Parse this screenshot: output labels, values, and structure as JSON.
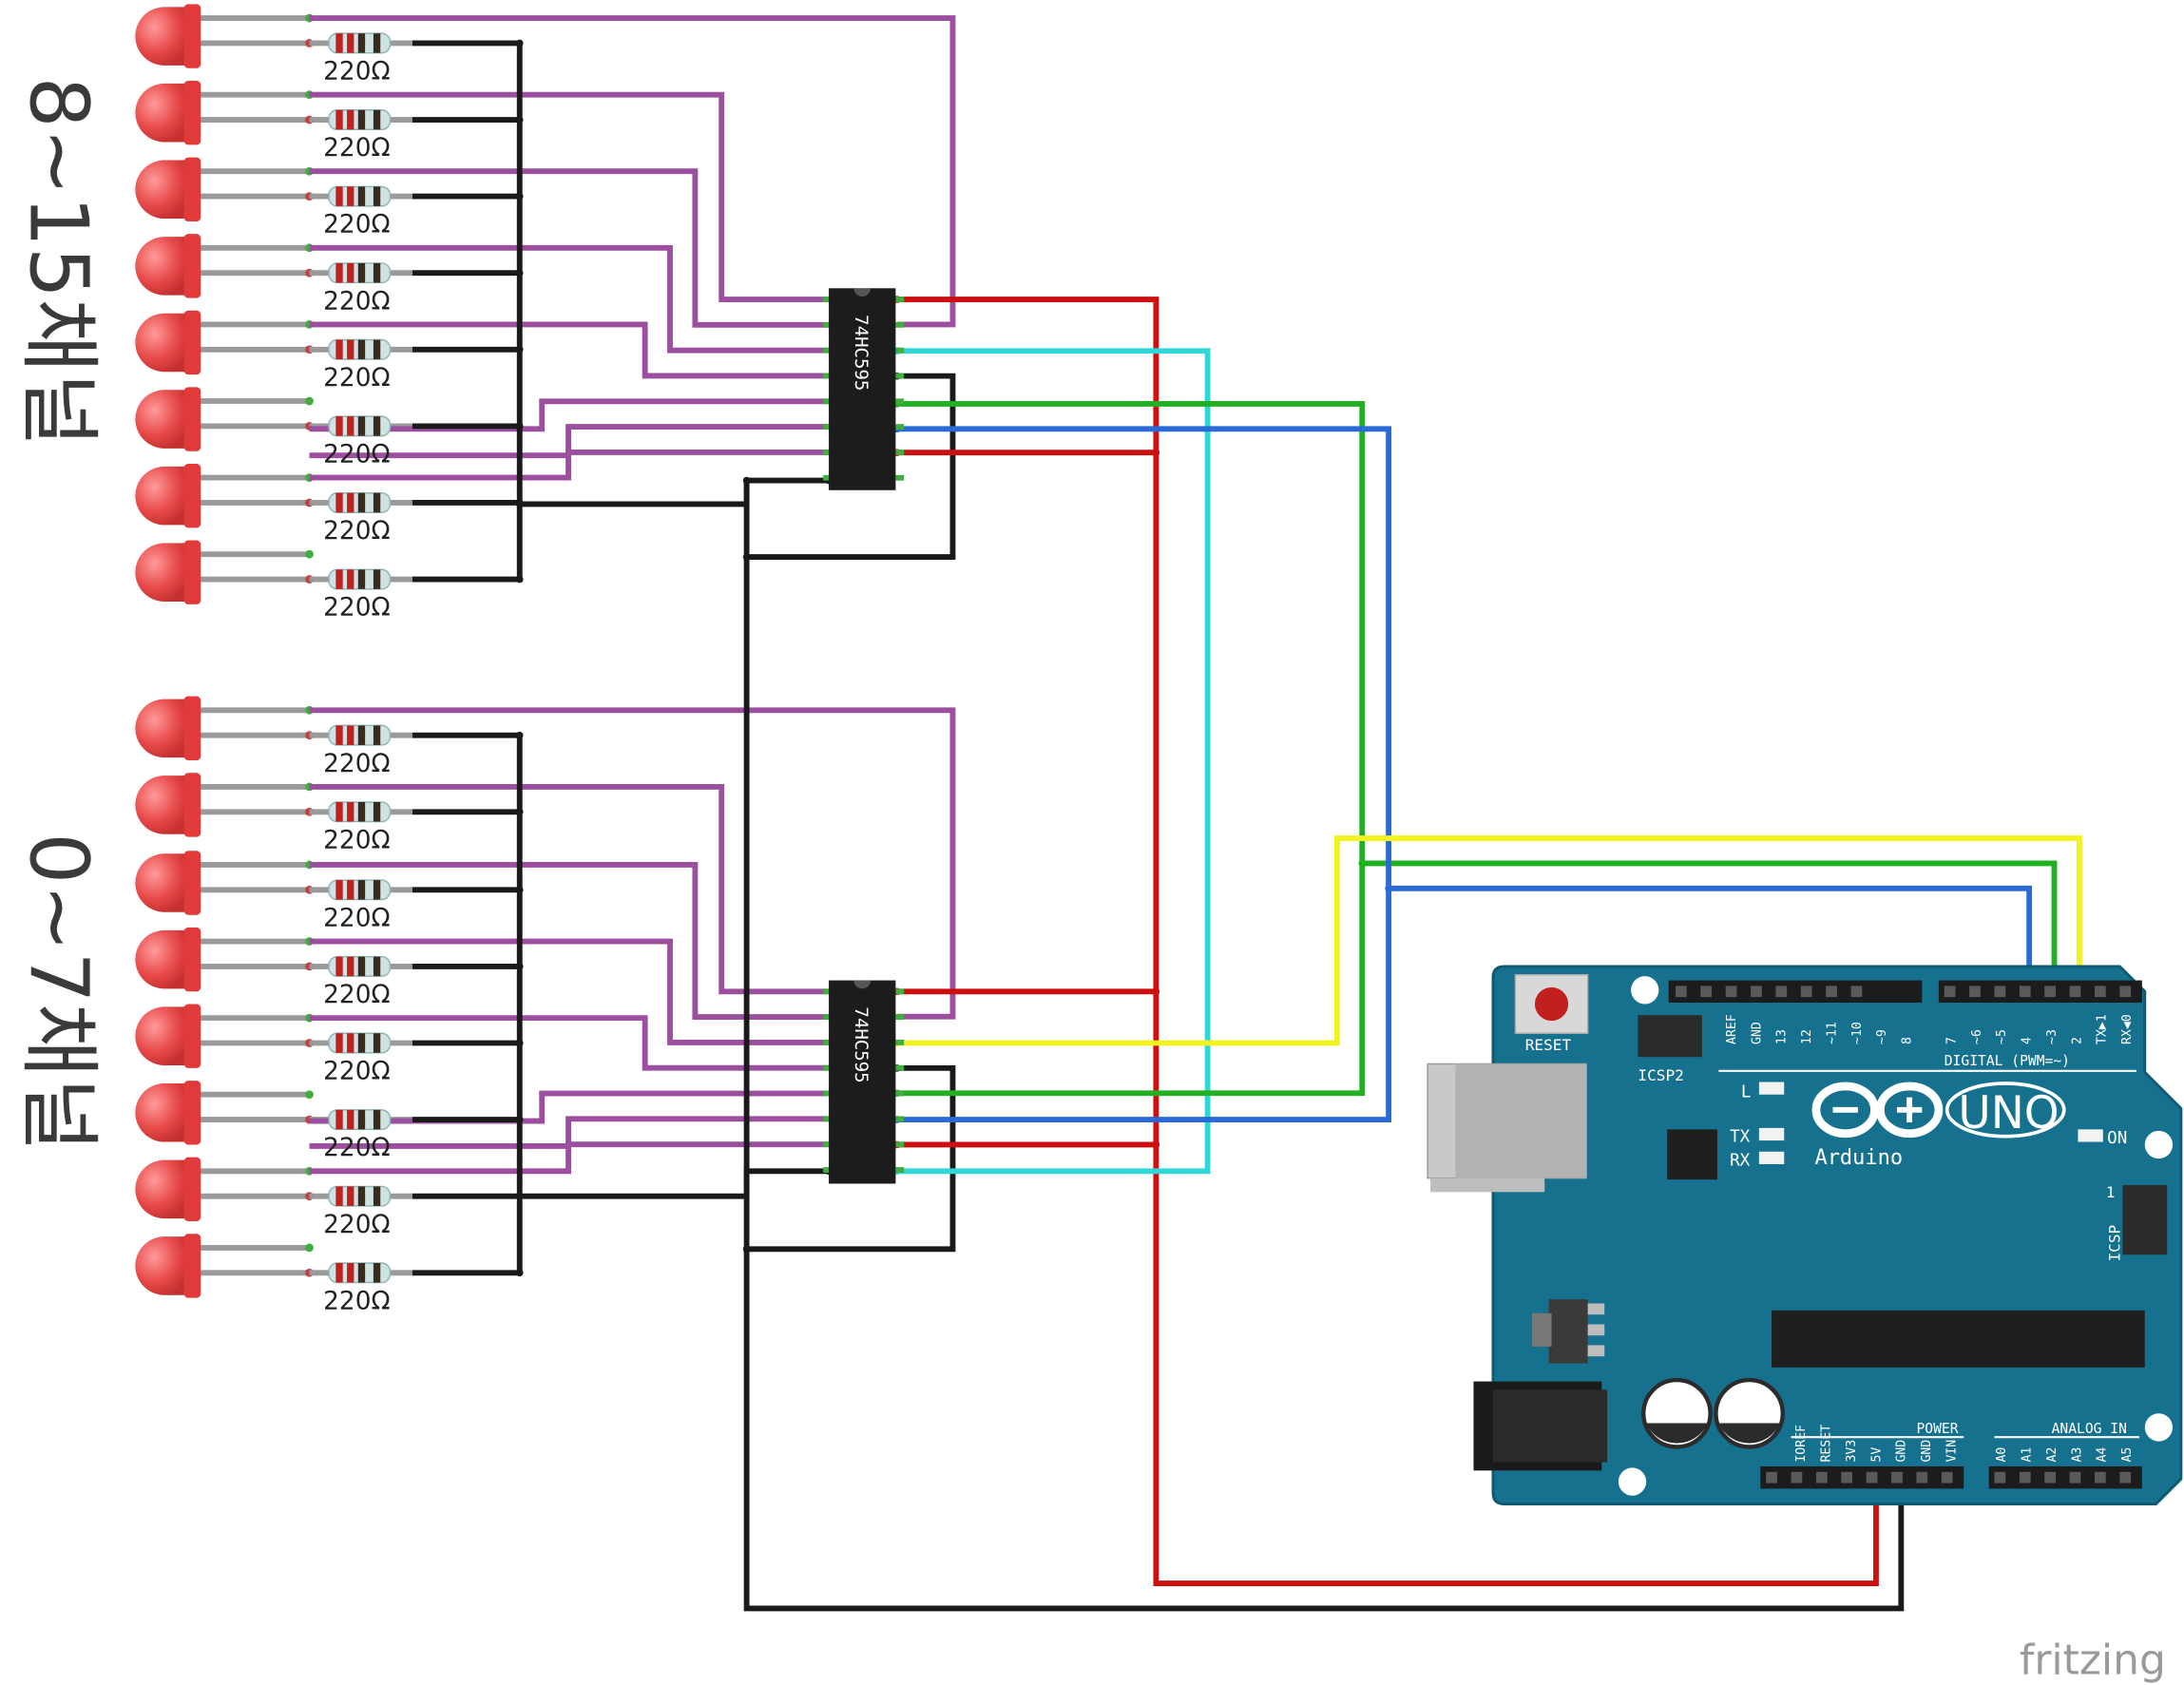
{
  "group_labels": {
    "upper": "8~15채널",
    "lower": "0~7채널"
  },
  "resistor_label": "220Ω",
  "chip_label": "74HC595",
  "watermark": "fritzing",
  "arduino": {
    "name": "Arduino",
    "model": "UNO",
    "reset": "RESET",
    "icsp2": "ICSP2",
    "icsp": "ICSP",
    "icsp_one": "1",
    "on": "ON",
    "led_l": "L",
    "tx": "TX",
    "rx": "RX",
    "digital": "DIGITAL (PWM=~)",
    "power": "POWER",
    "analog": "ANALOG IN",
    "top_pins_left": [
      "AREF",
      "GND",
      "13",
      "12",
      "~11",
      "~10",
      "~9",
      "8"
    ],
    "top_pins_right": [
      "7",
      "~6",
      "~5",
      "4",
      "~3",
      "2",
      "TX▶1",
      "RX◀0"
    ],
    "power_pins": [
      "IOREF",
      "RESET",
      "3V3",
      "5V",
      "GND",
      "GND",
      "VIN"
    ],
    "analog_pins": [
      "A0",
      "A1",
      "A2",
      "A3",
      "A4",
      "A5"
    ]
  },
  "colors": {
    "purple": "#9b4f9e",
    "black": "#1a1a1a",
    "red": "#cc0f0f",
    "cyan": "#31d6d6",
    "green": "#21b021",
    "blue": "#2a6ad6",
    "yellow": "#f2f21f",
    "board": "#16718e",
    "led": "#e84a4a"
  }
}
